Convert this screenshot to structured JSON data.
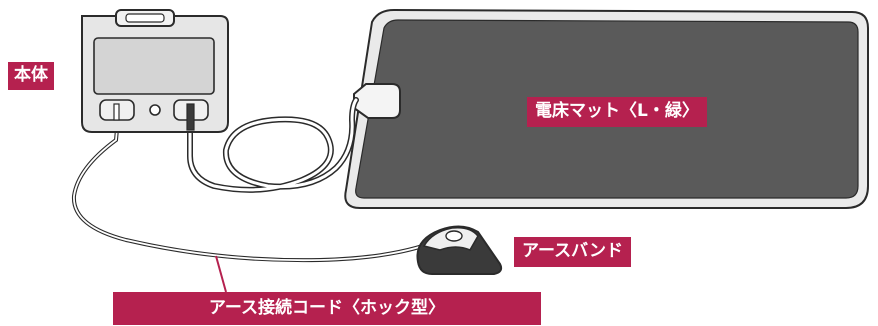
{
  "labels": {
    "body": "本体",
    "mat": "電床マット〈L・緑〉",
    "band": "アースバンド",
    "cord": "アース接続コード〈ホック型〉"
  },
  "colors": {
    "label_bg": "#b5214f",
    "label_text": "#ffffff",
    "mat_fill": "#5a5a5a",
    "mat_border": "#ececec",
    "device_fill": "#e6e6e6",
    "outline": "#2b2b2b"
  }
}
